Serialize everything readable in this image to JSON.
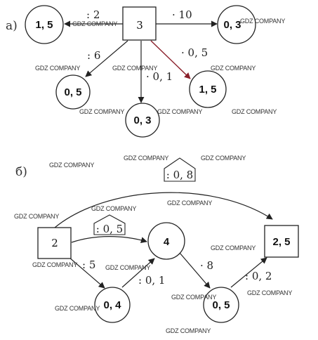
{
  "part_a": {
    "label": "а)",
    "center": "3",
    "nodes": {
      "left": "1, 5",
      "right": "0, 3",
      "bottom_left": "0, 5",
      "bottom": "0, 3",
      "bottom_right": "1, 5"
    },
    "ops": {
      "left": ": 2",
      "right": "· 10",
      "bottom_left": ": 6",
      "bottom": "· 0, 1",
      "bottom_right": "· 0, 5"
    }
  },
  "part_b": {
    "label": "б)",
    "nodes": {
      "start": "2",
      "end": "2, 5",
      "middle": "4",
      "lower_left": "0, 4",
      "lower_right": "0, 5"
    },
    "ops": {
      "top_arc": ": 0, 8",
      "start_to_middle": ": 0, 5",
      "start_to_lower_left": ": 5",
      "lower_left_to_middle": ": 0, 1",
      "middle_to_lower_right": "· 8",
      "lower_right_to_end": ": 0, 2"
    }
  },
  "watermark": "GDZ COMPANY",
  "colors": {
    "line": "#222222",
    "highlight_arrow": "#8a1f2a"
  }
}
